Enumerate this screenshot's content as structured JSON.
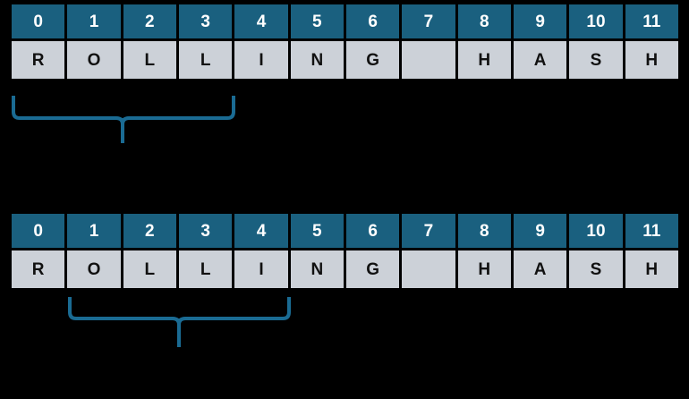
{
  "page": {
    "title": "Rolling Hash Sliding Window Diagram",
    "background_color": "#000000"
  },
  "colors": {
    "index_cell_bg": "#1a607f",
    "index_cell_text": "#ffffff",
    "letter_cell_bg": "#ccd1d8",
    "letter_cell_text": "#111111",
    "cell_separator": "#ffffff",
    "brace_stroke": "#1a6b93"
  },
  "arrays": [
    {
      "name": "rolling-hash-array-top",
      "indices": [
        "0",
        "1",
        "2",
        "3",
        "4",
        "5",
        "6",
        "7",
        "8",
        "9",
        "10",
        "11"
      ],
      "letters": [
        "R",
        "O",
        "L",
        "L",
        "I",
        "N",
        "G",
        " ",
        "H",
        "A",
        "S",
        "H"
      ],
      "window": {
        "name": "window-brace-top",
        "start_index": 0,
        "end_index": 4,
        "highlighted_letters": [
          "R",
          "O",
          "L",
          "L",
          "I"
        ],
        "label": ""
      }
    },
    {
      "name": "rolling-hash-array-bottom",
      "indices": [
        "0",
        "1",
        "2",
        "3",
        "4",
        "5",
        "6",
        "7",
        "8",
        "9",
        "10",
        "11"
      ],
      "letters": [
        "R",
        "O",
        "L",
        "L",
        "I",
        "N",
        "G",
        " ",
        "H",
        "A",
        "S",
        "H"
      ],
      "window": {
        "name": "window-brace-bottom",
        "start_index": 1,
        "end_index": 5,
        "highlighted_letters": [
          "O",
          "L",
          "L",
          "I",
          "N"
        ],
        "label": ""
      }
    }
  ]
}
